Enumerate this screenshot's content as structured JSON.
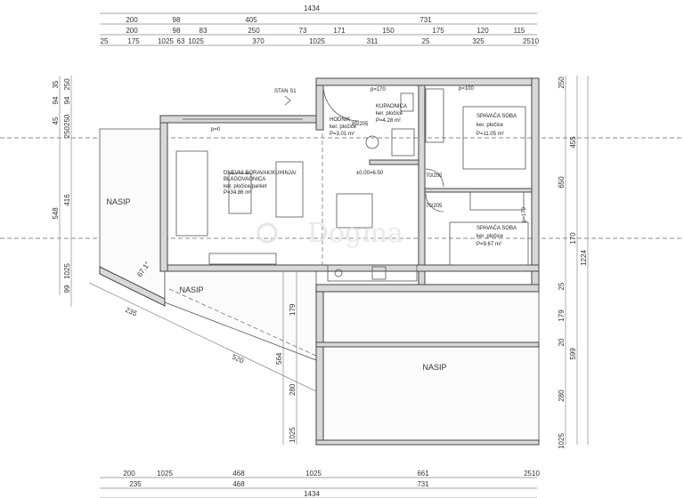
{
  "top_dims": {
    "total": "1434",
    "row1": [
      "200",
      "98",
      "405",
      "731"
    ],
    "row2": [
      "200",
      "98",
      "83",
      "250",
      "73",
      "171",
      "150",
      "175",
      "120",
      "115"
    ],
    "row3": [
      "25",
      "175",
      "1025",
      "63",
      "1025",
      "370",
      "1025",
      "311",
      "25",
      "325",
      "2510"
    ]
  },
  "bottom_dims": {
    "row1": [
      "200",
      "1025",
      "468",
      "1025",
      "661",
      "2510"
    ],
    "row2": [
      "235",
      "468",
      "731"
    ],
    "total": "1434"
  },
  "left_dims": {
    "outer": [
      "35",
      "94",
      "45",
      "548",
      "99"
    ],
    "inner": [
      "250",
      "94",
      "250250",
      "416",
      "1025"
    ]
  },
  "right_dims": {
    "col1": [
      "250",
      "650",
      "25",
      "179",
      "20",
      "280",
      "1025"
    ],
    "col2": [
      "455",
      "170",
      "599"
    ],
    "total": "1224"
  },
  "rooms": {
    "living": {
      "name1": "DNEVNI BORAVAK/KUHINJA/",
      "name2": "BLAGOVAONICA",
      "floor": "ker. pločice/parket",
      "area": "P=34.86 m²"
    },
    "hall": {
      "name": "HODNIK",
      "floor": "ker. pločice",
      "area": "P=3.01 m²"
    },
    "bath": {
      "name": "KUPAONICA",
      "floor": "ker. pločice",
      "area": "P=4.28 m²"
    },
    "bed1": {
      "name": "SPAVAĆA SOBA",
      "floor": "ker. pločice",
      "area": "P=11.05 m²"
    },
    "bed2": {
      "name": "SPAVAĆA SOBA",
      "floor": "ker. pločice",
      "area": "P=9.67 m²"
    }
  },
  "nasip": [
    "NASIP",
    "NASIP",
    "NASIP"
  ],
  "annotations": {
    "unit": "STAN S1",
    "p0": "p=0",
    "p170": "p=170",
    "p100": "p=100",
    "p170b": "p=170",
    "level": "±0.00=6.50",
    "angle": "67.1°",
    "d235": "235",
    "d520": "520",
    "d564": "564",
    "d179": "179",
    "d280": "280",
    "d1025": "1025",
    "door1": "70/205",
    "door2": "70/205",
    "door3": "85/205"
  },
  "watermark": "Dogma"
}
